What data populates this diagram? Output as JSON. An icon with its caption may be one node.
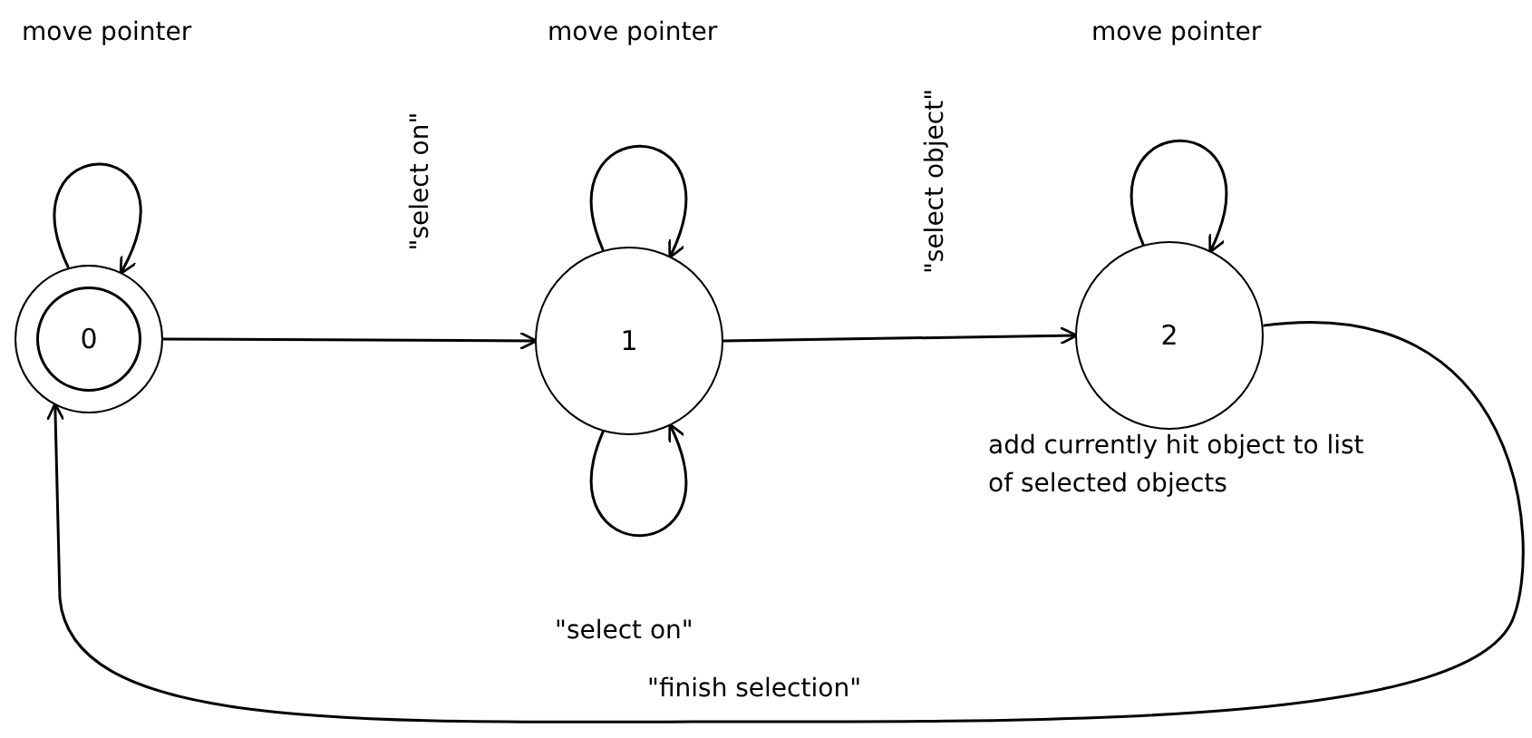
{
  "diagram": {
    "nodes": [
      {
        "text": [
          "0"
        ]
      },
      {
        "text": [
          "1"
        ]
      },
      {
        "text": [
          "2"
        ],
        "beside": [
          "add currently hit object to list of selected objects"
        ]
      }
    ],
    "edges": [
      {
        "from": 0,
        "to": 0,
        "arrow": "to",
        "label": "move pointer"
      },
      {
        "from": 0,
        "to": 1,
        "arrow": "to",
        "label": "\"select on\""
      },
      {
        "from": 1,
        "to": 1,
        "arrow": "to",
        "label": "move pointer"
      },
      {
        "from": 1,
        "to": 1,
        "arrow": "to",
        "label": "\"select on\""
      },
      {
        "from": 1,
        "to": 2,
        "arrow": "to",
        "label": "\"select object\""
      },
      {
        "from": 2,
        "to": 2,
        "arrow": "to",
        "label": "move pointer"
      },
      {
        "from": 2,
        "to": 0,
        "arrow": "to",
        "label": "\"finish selection\""
      }
    ]
  }
}
